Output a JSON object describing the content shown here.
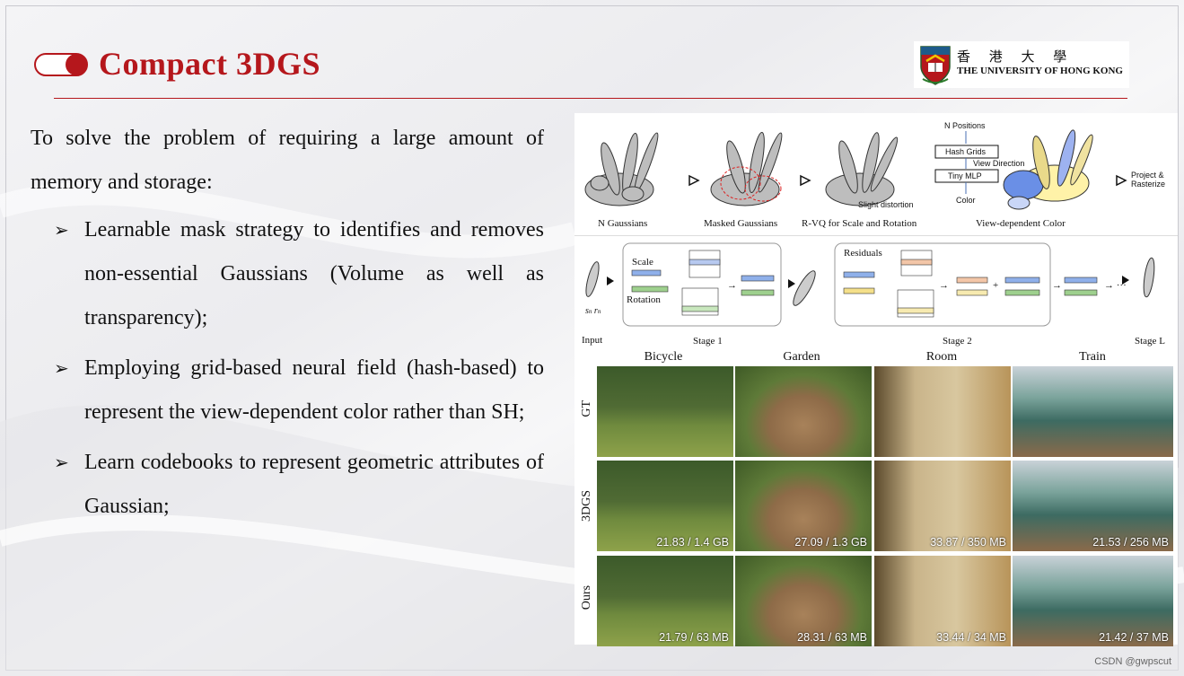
{
  "slide": {
    "title": "Compact 3DGS",
    "logo_cn": "香 港 大 學",
    "logo_en": "THE UNIVERSITY OF HONG KONG",
    "watermark": "CSDN @gwpscut"
  },
  "content": {
    "intro": "To solve the problem of requiring a large amount of memory and storage:",
    "bullet_symbol": "➢",
    "bullets": [
      "Learnable mask strategy to identifies and removes non-essential Gaussians (Volume as well as transparency);",
      "Employing grid-based neural field (hash-based) to represent the view-dependent color rather than SH;",
      "Learn codebooks to represent geometric attributes of Gaussian;"
    ]
  },
  "figure": {
    "top": {
      "label_n_gaussians": "N Gaussians",
      "label_masked": "Masked Gaussians",
      "label_rvq": "R-VQ for Scale and Rotation",
      "label_view_color": "View-dependent Color",
      "slight_distortion": "Slight distortion",
      "n_positions": "N Positions",
      "hash_grids": "Hash Grids",
      "view_direction": "View Direction",
      "tiny_mlp": "Tiny MLP",
      "color": "Color",
      "project": "Project &",
      "rasterize": "Rasterize"
    },
    "mid": {
      "input_label": "Input",
      "stage1": "Stage 1",
      "stage2": "Stage 2",
      "stageL": "Stage L",
      "scale": "Scale",
      "rotation": "Rotation",
      "residuals": "Residuals"
    },
    "bottom": {
      "columns": [
        "Bicycle",
        "Garden",
        "Room",
        "Train"
      ],
      "rows": [
        "GT",
        "3DGS",
        "Ours"
      ],
      "metrics_3dgs": [
        "21.83 / 1.4 GB",
        "27.09 / 1.3 GB",
        "33.87 / 350 MB",
        "21.53 / 256 MB"
      ],
      "metrics_ours": [
        "21.79 / 63 MB",
        "28.31 / 63 MB",
        "33.44 / 34 MB",
        "21.42 / 37 MB"
      ]
    }
  }
}
